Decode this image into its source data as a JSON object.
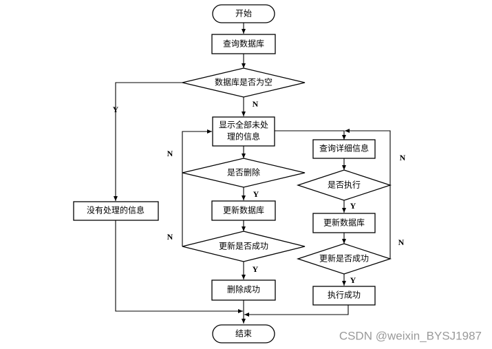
{
  "nodes": {
    "start": "开始",
    "query_db": "查询数据库",
    "db_empty": "数据库是否为空",
    "show_all_line1": "显示全部未处",
    "show_all_line2": "理的信息",
    "no_info": "没有处理的信息",
    "is_delete": "是否删除",
    "update_db_left": "更新数据库",
    "update_ok_left": "更新是否成功",
    "delete_ok": "删除成功",
    "query_detail": "查询详细信息",
    "is_execute": "是否执行",
    "update_db_right": "更新数据库",
    "update_ok_right": "更新是否成功",
    "execute_ok": "执行成功",
    "end": "结束"
  },
  "edge_labels": {
    "db_empty_yes": "Y",
    "db_empty_no": "N",
    "is_delete_yes": "Y",
    "is_delete_no": "N",
    "update_left_yes": "Y",
    "update_left_no": "N",
    "is_execute_yes": "Y",
    "is_execute_no": "N",
    "update_right_yes": "Y",
    "update_right_no": "N"
  },
  "watermark": "CSDN @weixin_BYSJ1987"
}
